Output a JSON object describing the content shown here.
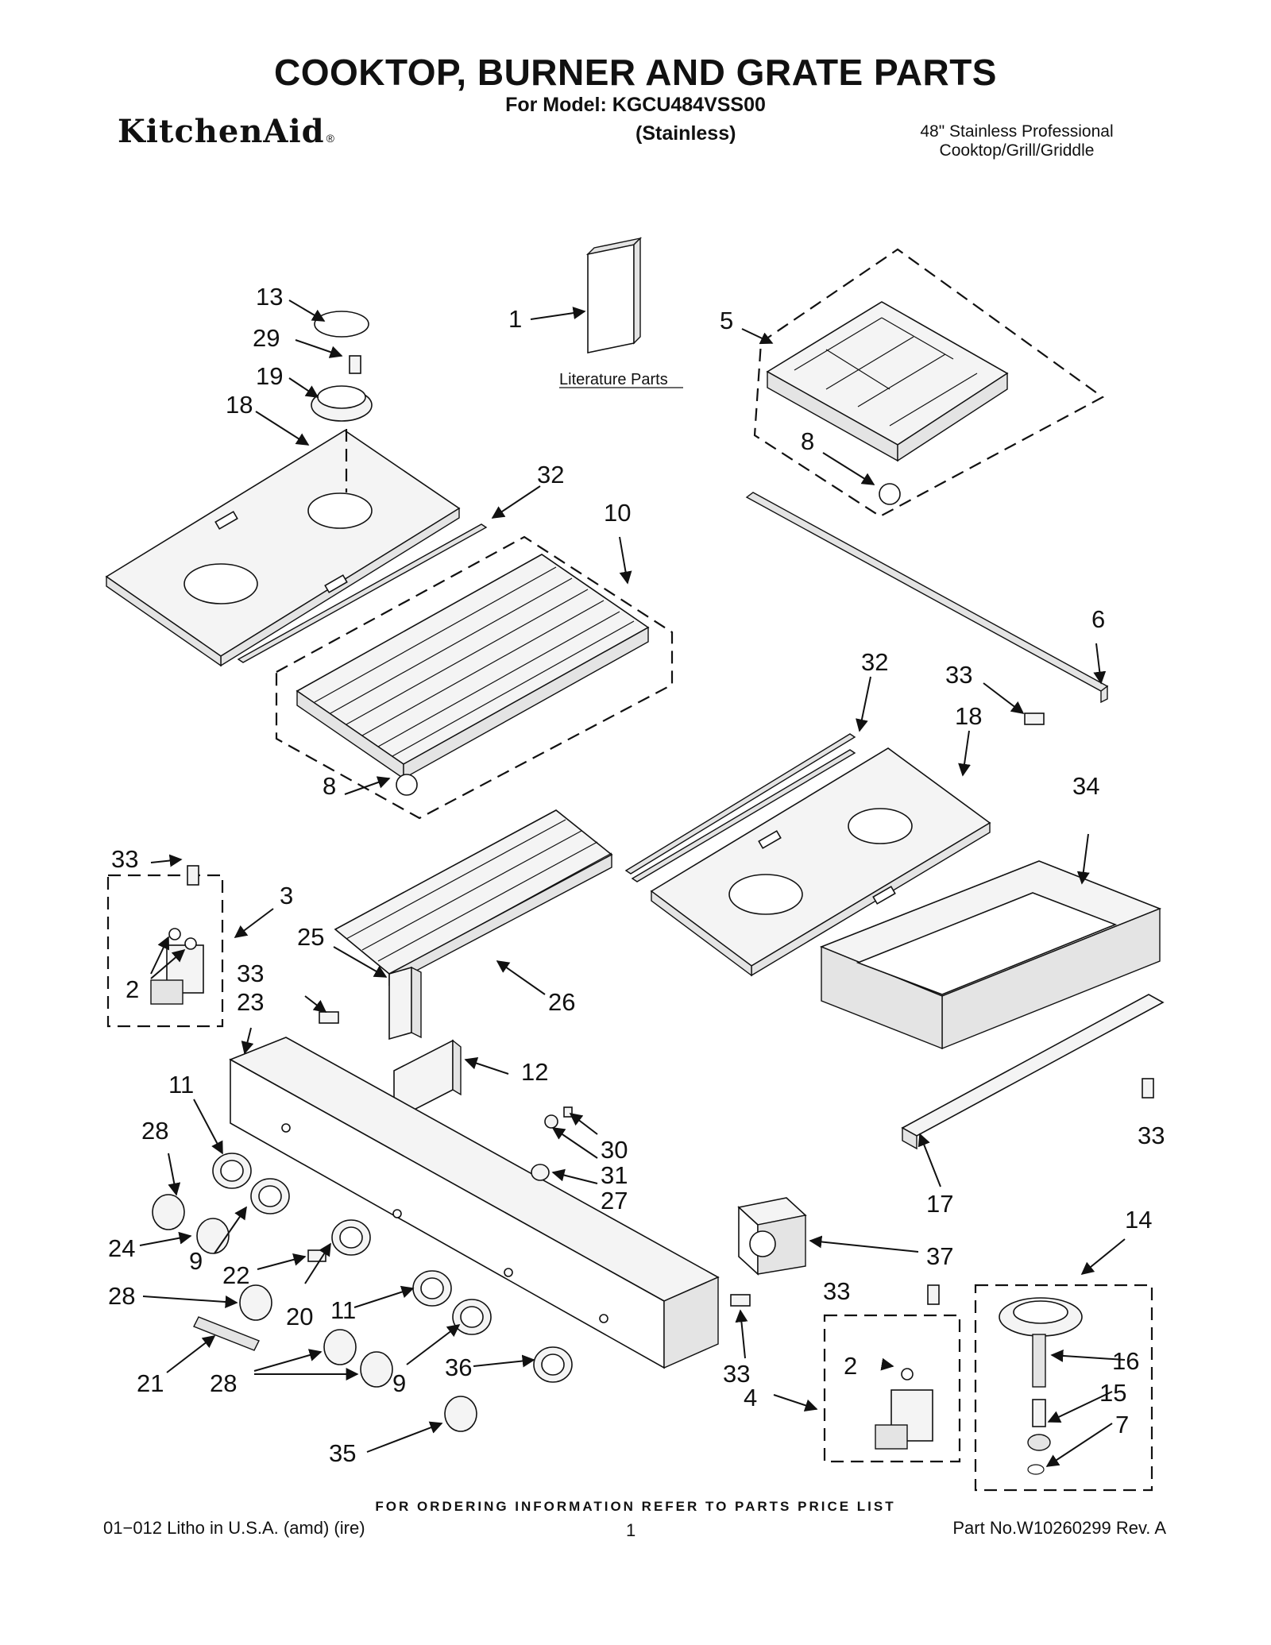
{
  "header": {
    "title": "COOKTOP, BURNER AND GRATE PARTS",
    "model": "For Model: KGCU484VSS00",
    "finish": "(Stainless)",
    "brand": "KitchenAid",
    "brand_mark": "®",
    "description_line1": "48\" Stainless Professional",
    "description_line2": "Cooktop/Grill/Griddle"
  },
  "diagram": {
    "literature_label": "Literature Parts",
    "callouts": {
      "c13": "13",
      "c29": "29",
      "c19": "19",
      "c18a": "18",
      "c1": "1",
      "c5": "5",
      "c8a": "8",
      "c32a": "32",
      "c10": "10",
      "c6": "6",
      "c32b": "32",
      "c33a": "33",
      "c18b": "18",
      "c8b": "8",
      "c34": "34",
      "c33b": "33",
      "c3": "3",
      "c2a": "2",
      "c25": "25",
      "c26": "26",
      "c33c": "33",
      "c23": "23",
      "c12": "12",
      "c11a": "11",
      "c28a": "28",
      "c30": "30",
      "c31": "31",
      "c27": "27",
      "c33d": "33",
      "c24": "24",
      "c9a": "9",
      "c22": "22",
      "c17": "17",
      "c37": "37",
      "c14": "14",
      "c28b": "28",
      "c20": "20",
      "c11b": "11",
      "c33e": "33",
      "c21": "21",
      "c28c": "28",
      "c9b": "9",
      "c36": "36",
      "c33f": "33",
      "c2b": "2",
      "c16": "16",
      "c4": "4",
      "c15": "15",
      "c7": "7",
      "c35": "35"
    }
  },
  "footer": {
    "ordering_note": "FOR ORDERING INFORMATION REFER TO PARTS PRICE LIST",
    "litho": "01−012  Litho in U.S.A. (amd) (ire)",
    "page": "1",
    "part_no": "Part No.W10260299 Rev. A"
  }
}
